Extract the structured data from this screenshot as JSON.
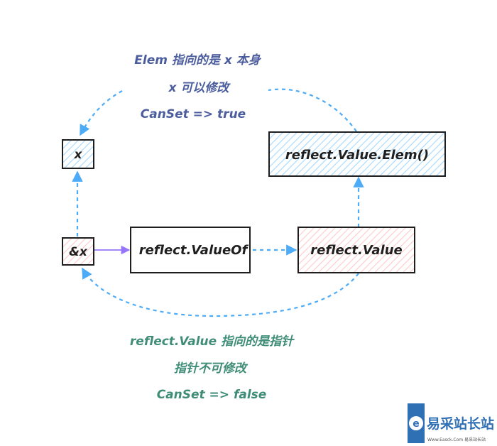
{
  "colors": {
    "box_stroke": "#1e1e1e",
    "blue_fill": "#a5d8ff",
    "red_fill": "#ffc9c9",
    "arrow_blue": "#4dabf7",
    "arrow_purple": "#9775fa",
    "note_top": "#4c5d9e",
    "note_bottom": "#3f8d76",
    "watermark_blue": "#2f6fb4"
  },
  "nodes": {
    "x": "x",
    "addr_x": "&x",
    "value_of": "reflect.ValueOf",
    "value": "reflect.Value",
    "elem": "reflect.Value.Elem()"
  },
  "notes": {
    "top": [
      "Elem 指向的是 x 本身",
      "x 可以修改",
      "CanSet => true"
    ],
    "bottom": [
      "reflect.Value 指向的是指针",
      "指针不可修改",
      "CanSet => false"
    ]
  },
  "watermark": {
    "logo_letter": "e",
    "text": "易采站长站",
    "subtext": "Www.Easck.Com 易采站长站"
  }
}
